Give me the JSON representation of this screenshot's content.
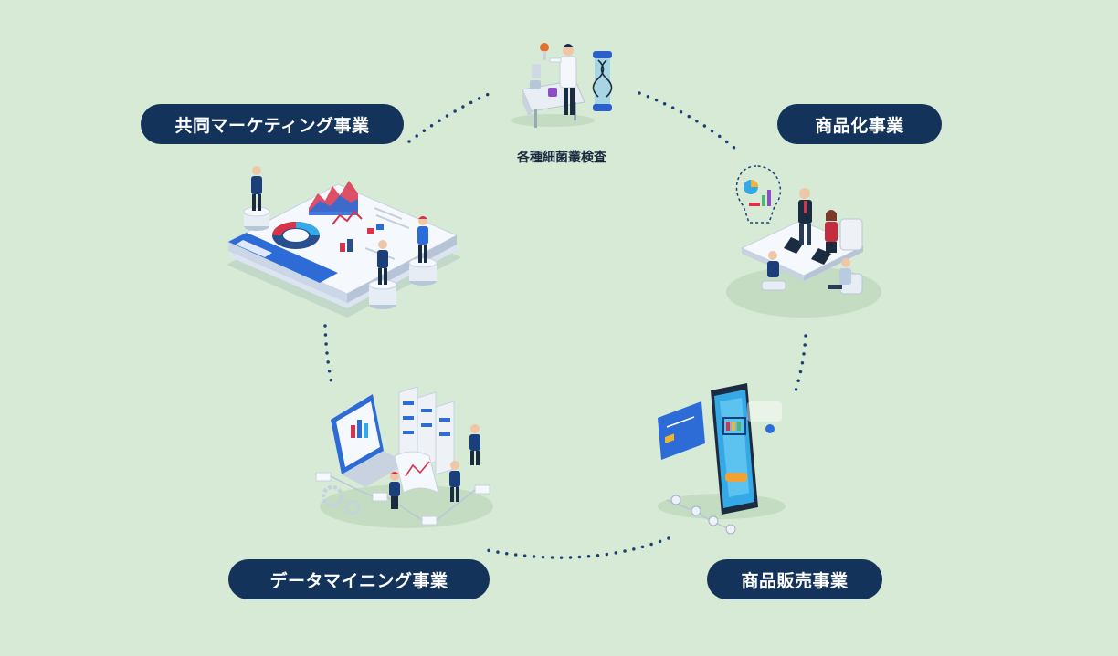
{
  "labels": {
    "center_top": "各種細菌叢検査",
    "top_left": "共同マーケティング事業",
    "top_right": "商品化事業",
    "bottom_left": "データマイニング事業",
    "bottom_right": "商品販売事業"
  },
  "colors": {
    "background": "#d7ead5",
    "pill": "#14335a",
    "dots": "#1f3f73",
    "accent_blue": "#2d6bd6",
    "accent_red": "#d9324b"
  }
}
